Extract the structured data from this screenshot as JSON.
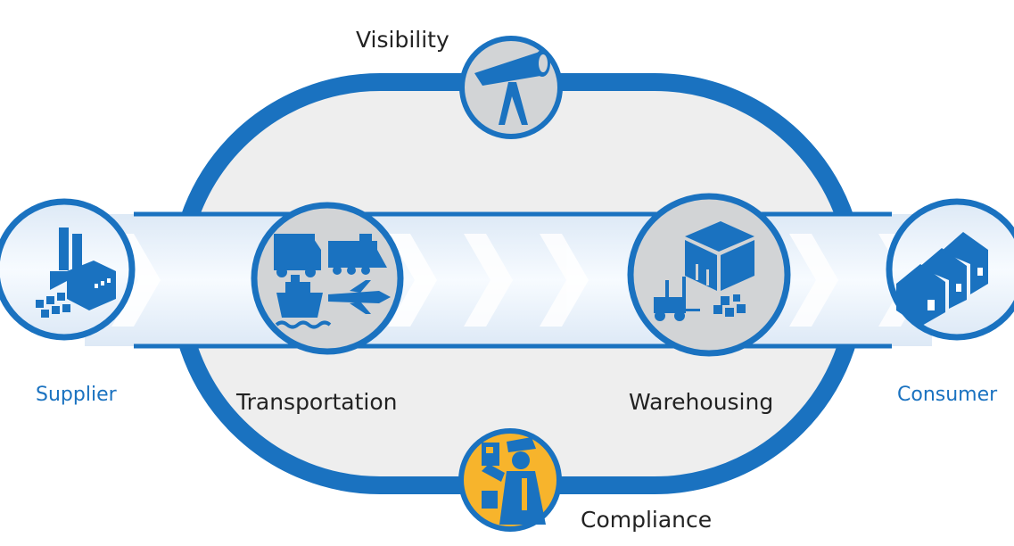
{
  "diagram": {
    "nodes": {
      "visibility": {
        "label": "Visibility",
        "icon": "telescope-icon"
      },
      "transportation": {
        "label": "Transportation",
        "icon": "transport-vehicles-icon"
      },
      "warehousing": {
        "label": "Warehousing",
        "icon": "forklift-pallet-icon"
      },
      "compliance": {
        "label": "Compliance",
        "icon": "customs-officer-icon"
      },
      "supplier": {
        "label": "Supplier",
        "icon": "factory-icon"
      },
      "consumer": {
        "label": "Consumer",
        "icon": "houses-icon"
      }
    }
  },
  "colors": {
    "primary_blue": "#1a72c0",
    "band_blue": "#e3eef9",
    "loop_fill": "#eeeeee",
    "circle_gray": "#d2d4d6",
    "accent_yellow": "#f7b42c",
    "label_dark": "#222222",
    "label_blue": "#1a72c0"
  }
}
